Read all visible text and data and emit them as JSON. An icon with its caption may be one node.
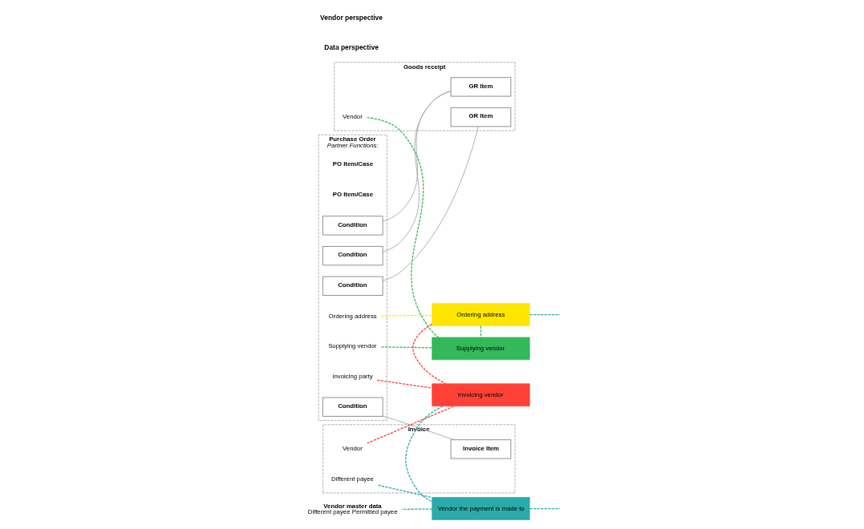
{
  "diagram": {
    "nodes": [
      {
        "text": [
          "Purchase Order",
          "Partner Functions:"
        ]
      },
      {
        "text": [
          "Ordering address"
        ],
        "in": 0
      },
      {
        "text": [
          "Supplying vendor"
        ],
        "in": 0
      },
      {
        "text": [
          "Invoicing party"
        ],
        "in": 0
      },
      {
        "text": [
          "Condition"
        ],
        "in": 0
      },
      {
        "text": [
          "Condition"
        ],
        "in": 0
      },
      {
        "text": [
          "Condition"
        ],
        "in": 0
      },
      {
        "text": [
          "Condition"
        ],
        "in": 0
      },
      {
        "text": [
          "Goods receipt"
        ]
      },
      {
        "text": [
          "Vendor"
        ],
        "in": 8
      },
      {
        "text": [
          "GR Item"
        ],
        "in": 8
      },
      {
        "text": [
          "GR Item"
        ],
        "in": 8
      },
      {
        "text": [
          "Invoice"
        ]
      },
      {
        "text": [
          "Vendor"
        ],
        "in": 12
      },
      {
        "text": [
          "Different payee"
        ],
        "in": 12
      },
      {
        "text": [
          "Invoice Item"
        ],
        "in": 12
      },
      {
        "text": [
          "Ordering address"
        ]
      },
      {
        "text": [
          "Supplying vendor"
        ]
      },
      {
        "text": [
          "Invoicing vendor"
        ]
      },
      {
        "text": [
          "Vendor the payment is made to"
        ]
      },
      {
        "text": [
          "Vendor master data",
          "Different payee Permitted payee"
        ]
      }
    ],
    "edges": [
      {
        "from": 1,
        "to": 16,
        "arrow": "none",
        "style": "dashed",
        "color": "#ffe600"
      },
      {
        "from": 2,
        "to": 17,
        "arrow": "none",
        "style": "dashed",
        "color": "#33b85a"
      },
      {
        "from": 3,
        "to": 18,
        "arrow": "none",
        "style": "dashed",
        "color": "#ff4136"
      },
      {
        "from": 9,
        "to": 17,
        "arrow": "none",
        "style": "dashed",
        "color": "#33b85a"
      },
      {
        "from": 13,
        "to": 18,
        "arrow": "none",
        "style": "dashed",
        "color": "#ff4136"
      },
      {
        "from": 14,
        "to": 19,
        "arrow": "none",
        "style": "dashed",
        "color": "#2aaaa8"
      },
      {
        "from": 16,
        "to": null,
        "arrow": "none",
        "style": "dashed",
        "color": "#2aaaa8"
      },
      {
        "from": 16,
        "to": 18,
        "arrow": "none",
        "style": "dashed",
        "color": "#ff4136"
      },
      {
        "from": 16,
        "to": 17,
        "arrow": "none",
        "style": "dashed",
        "color": "#33b85a"
      },
      {
        "from": 18,
        "to": 19,
        "arrow": "none",
        "style": "dashed",
        "color": "#2aaaa8"
      },
      {
        "from": 19,
        "to": 20,
        "arrow": "none",
        "style": "dashed",
        "color": "#2aaaa8"
      },
      {
        "from": 19,
        "to": null,
        "arrow": "none",
        "style": "dashed",
        "color": "#2aaaa8"
      },
      {
        "from": 4,
        "to": 10,
        "arrow": "none",
        "color": "#999999"
      },
      {
        "from": 5,
        "to": 10,
        "arrow": "none",
        "color": "#999999"
      },
      {
        "from": 6,
        "to": 11,
        "arrow": "none",
        "color": "#999999"
      },
      {
        "from": 7,
        "to": 15,
        "arrow": "none",
        "color": "#999999"
      }
    ],
    "labels": [
      "Data perspective",
      "Vendor perspective",
      "PO Item/Case",
      "PO Item/Case"
    ]
  }
}
